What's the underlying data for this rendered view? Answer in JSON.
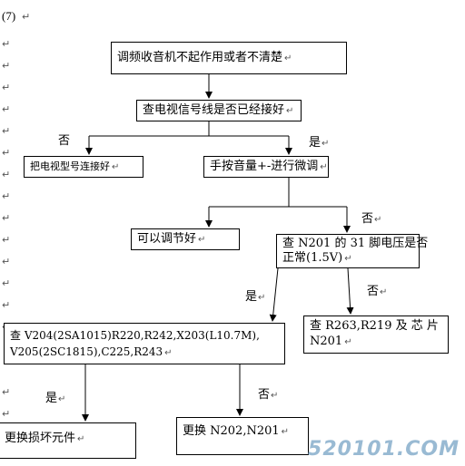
{
  "page_label": "(7)",
  "para_mark": "↵",
  "nodes": {
    "start": "调频收音机不起作用或者不清楚",
    "check_signal": "查电视信号线是否已经接好",
    "connect_tv": "把电视型号连接好",
    "adjust_volume": "手按音量+-进行微调",
    "can_adjust": "可以调节好",
    "check_n201_line1": "查 N201 的 31 脚电压是否",
    "check_n201_line2": "正常(1.5V)",
    "check_v204_line1": "查 V204(2SA1015)R220,R242,X203(L10.7M),",
    "check_v204_line2": "V205(2SC1815),C225,R243",
    "check_r263_line1": "查   R263,R219   及 芯 片",
    "check_r263_line2": "N201",
    "replace_damaged": "更换损坏元件",
    "replace_n202": "更换 N202,N201"
  },
  "labels": {
    "no1": "否",
    "yes1": "是",
    "no2": "否",
    "yes2": "是",
    "no3": "否",
    "yes3": "是",
    "no4": "否"
  },
  "watermark": "520101.COM"
}
